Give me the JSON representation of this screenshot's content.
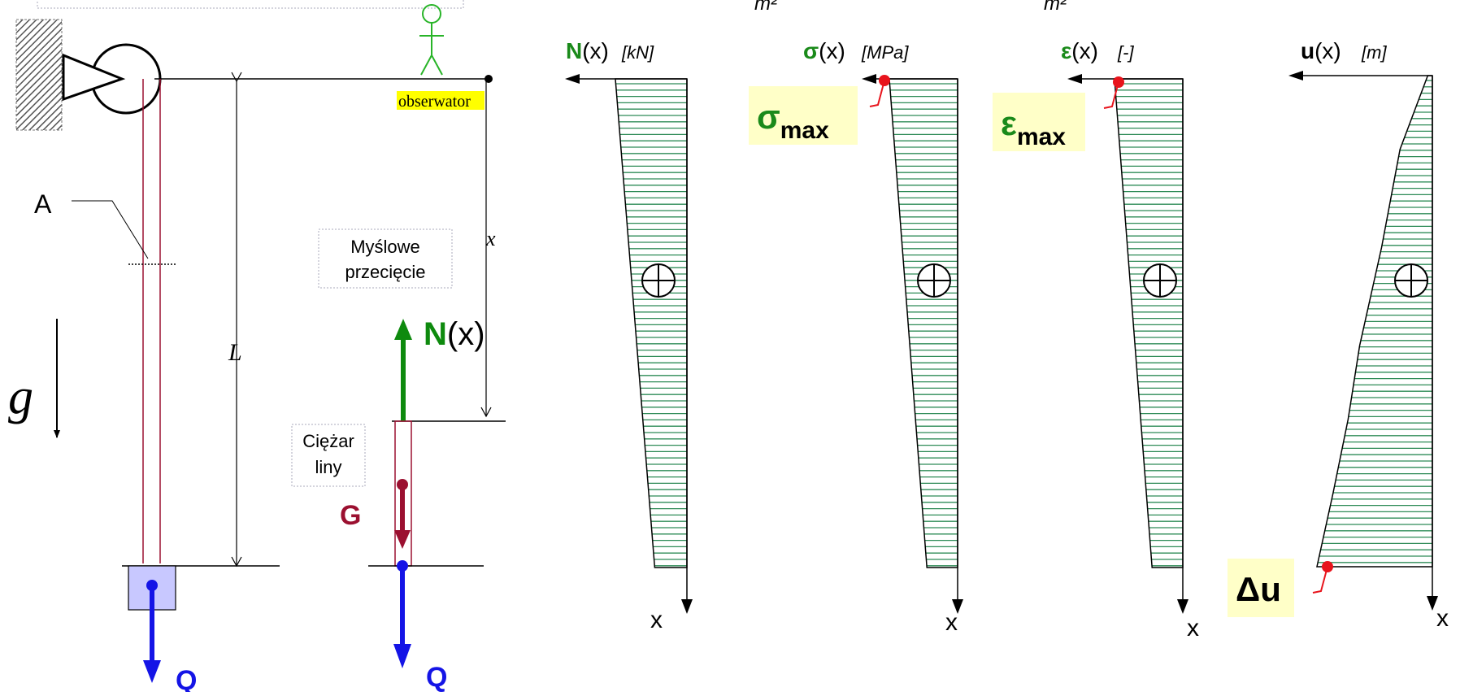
{
  "top_fragments": {
    "unit_left": "m²",
    "unit_right": "m²"
  },
  "colors": {
    "green": "#1a8a1a",
    "red_dark": "#9b1030",
    "blue": "#1414e6",
    "hatch_fill": "#2e8b57",
    "highlight": "#ffffc8",
    "point_red": "#e8141c",
    "weight_box": "#c8c8ff",
    "observer_bg": "#ffff00"
  },
  "scheme": {
    "label_A": "A",
    "label_L": "L",
    "label_g": "g",
    "label_x": "x",
    "observer_label": "obserwator",
    "cut_box": [
      "Myślowe",
      "przecięcie"
    ],
    "weight_box": [
      "Ciężar",
      "liny"
    ],
    "force_N_bold": "N",
    "force_N_rest": "(x)",
    "force_G": "G",
    "force_Q": "Q"
  },
  "diagrams": [
    {
      "id": "N",
      "title_bold": "N",
      "title_rest": "(x)",
      "unit": "[kN]",
      "axis_label": "x",
      "sign": "⊕",
      "shape": "linear",
      "top_width": 1.0,
      "bottom_width": 0.45
    },
    {
      "id": "sigma",
      "title_bold": "σ",
      "title_rest": "(x)",
      "unit": "[MPa]",
      "axis_label": "x",
      "sign": "⊕",
      "shape": "linear",
      "top_width": 1.0,
      "bottom_width": 0.45,
      "max_label": "σ",
      "max_sub": "max"
    },
    {
      "id": "eps",
      "title_bold": "ε",
      "title_rest": "(x)",
      "unit": "[-]",
      "axis_label": "x",
      "sign": "⊕",
      "shape": "linear",
      "top_width": 1.0,
      "bottom_width": 0.45,
      "max_label": "ε",
      "max_sub": "max"
    },
    {
      "id": "u",
      "title_bold": "u",
      "title_rest": "(x)",
      "unit": "[m]",
      "axis_label": "x",
      "sign": "⊕",
      "shape": "curve",
      "top_width": 0.0,
      "bottom_width": 1.0,
      "max_label": "Δu"
    }
  ]
}
